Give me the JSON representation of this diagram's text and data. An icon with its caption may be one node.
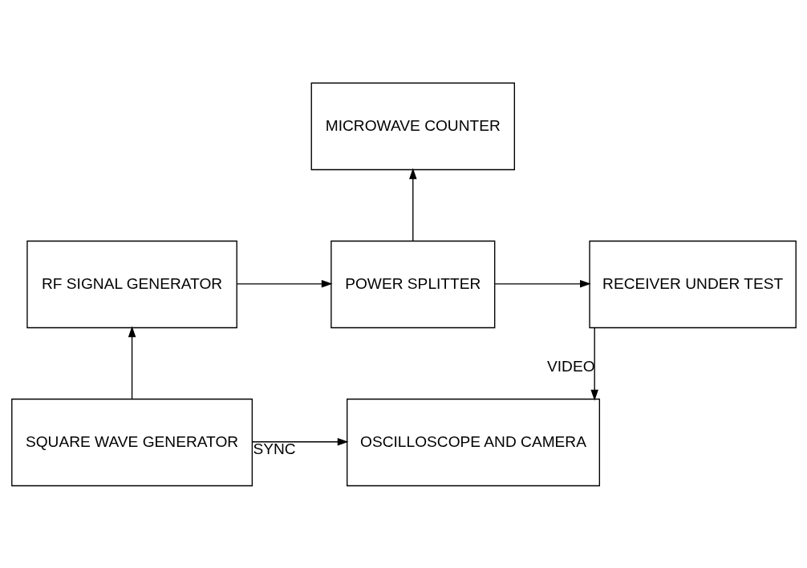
{
  "diagram": {
    "nodes": [
      {
        "text": [
          "MICROWAVE COUNTER"
        ]
      },
      {
        "text": [
          "RF SIGNAL GENERATOR"
        ]
      },
      {
        "text": [
          "POWER SPLITTER"
        ]
      },
      {
        "text": [
          "RECEIVER UNDER TEST"
        ]
      },
      {
        "text": [
          "SQUARE WAVE GENERATOR"
        ]
      },
      {
        "text": [
          "OSCILLOSCOPE AND CAMERA"
        ]
      }
    ],
    "edges": [
      {
        "from": 1,
        "to": 2,
        "arrow": "to"
      },
      {
        "from": 2,
        "to": 0,
        "arrow": "to"
      },
      {
        "from": 2,
        "to": 3,
        "arrow": "to"
      },
      {
        "from": 3,
        "to": 5,
        "arrow": "to",
        "label": "VIDEO"
      },
      {
        "from": 4,
        "to": 1,
        "arrow": "to"
      },
      {
        "from": 4,
        "to": 5,
        "arrow": "to",
        "label": "SYNC"
      }
    ]
  }
}
